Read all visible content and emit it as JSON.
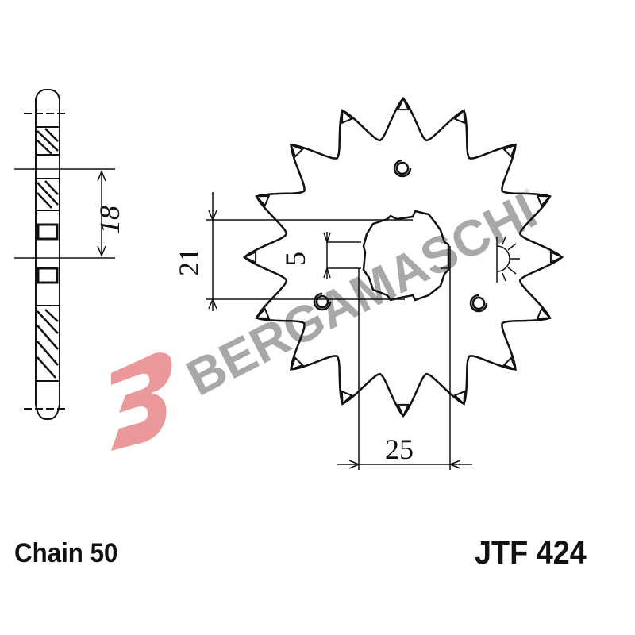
{
  "chain_label": "Chain 50",
  "part_number": "JTF 424",
  "dimensions": {
    "bolt_spacing": "18",
    "spline_height": "21",
    "spline_width": "5",
    "hole_spacing": "25"
  },
  "watermark": {
    "brand": "BERGAMASCHI",
    "registered": "®",
    "logo_color": "#e8868a"
  },
  "sprocket": {
    "teeth": 16
  }
}
